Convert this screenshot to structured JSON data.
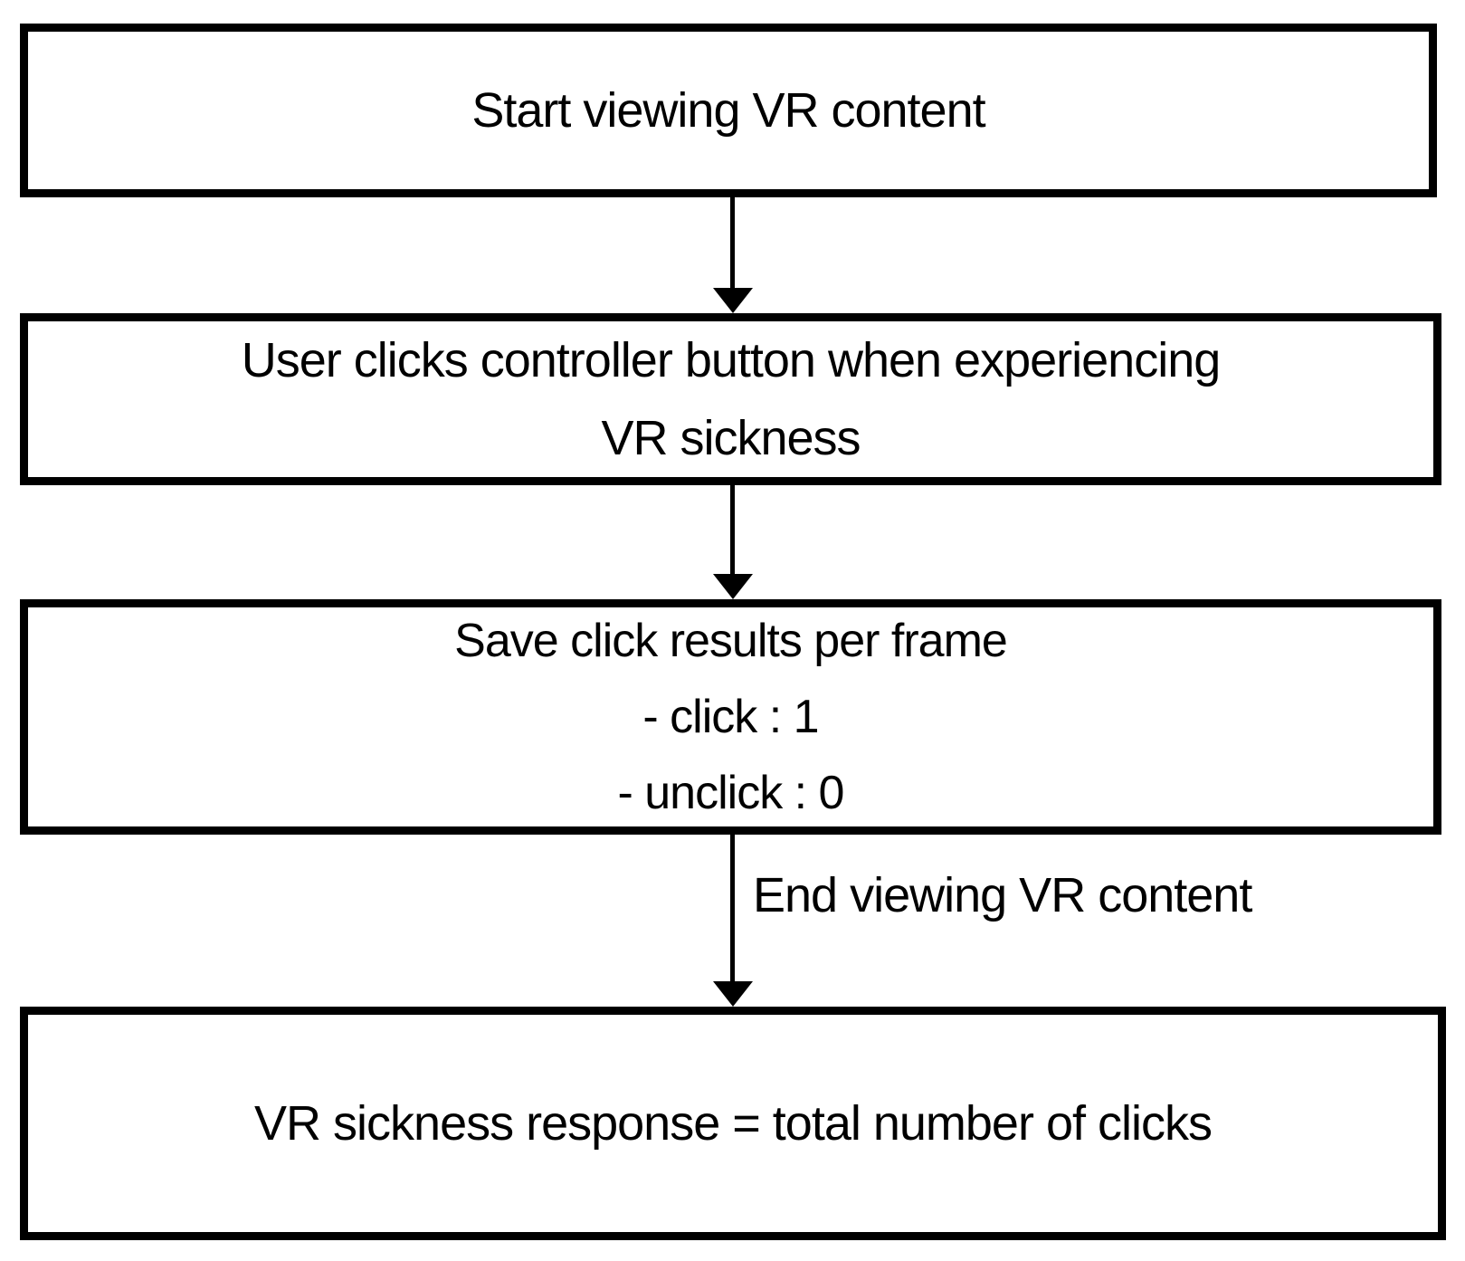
{
  "flowchart": {
    "background_color": "#ffffff",
    "stroke_color": "#000000",
    "nodes": [
      {
        "id": "start",
        "lines": [
          "Start viewing VR content"
        ]
      },
      {
        "id": "click",
        "lines": [
          "User clicks controller button when experiencing",
          "VR sickness"
        ]
      },
      {
        "id": "save",
        "lines": [
          "Save click results per frame",
          "- click : 1",
          "- unclick : 0"
        ]
      },
      {
        "id": "response",
        "lines": [
          "VR sickness response = total number of clicks"
        ]
      }
    ],
    "edges": [
      {
        "from": "start",
        "to": "click",
        "label": ""
      },
      {
        "from": "click",
        "to": "save",
        "label": ""
      },
      {
        "from": "save",
        "to": "response",
        "label": "End viewing VR content"
      }
    ]
  }
}
